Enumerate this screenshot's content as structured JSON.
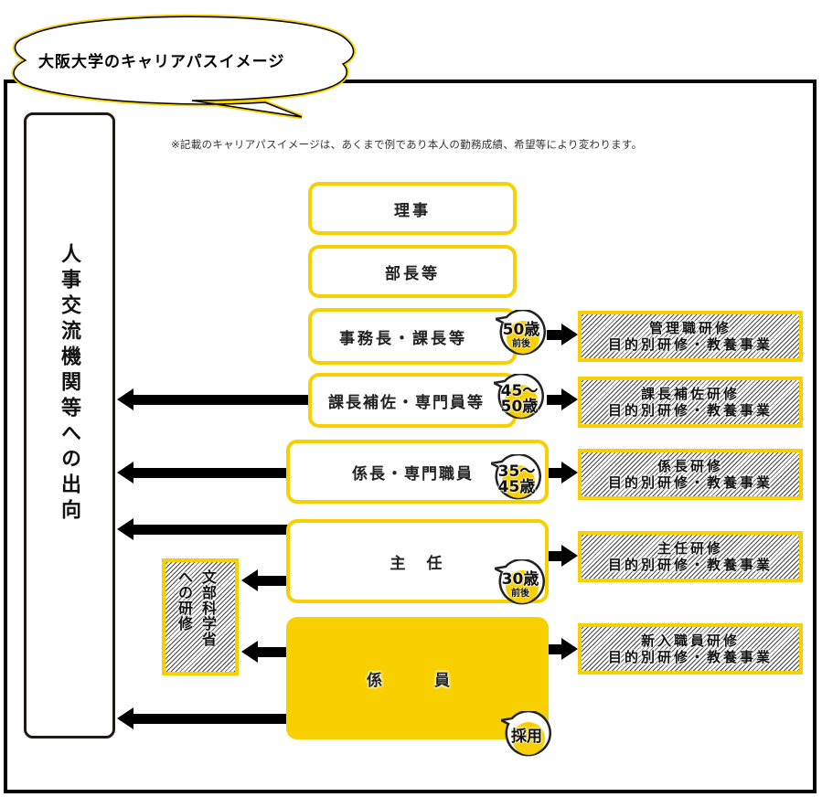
{
  "title": "大阪大学のキャリアパスイメージ",
  "note": "※記載のキャリアパスイメージは、あくまで例であり本人の勤務成績、希望等により変わります。",
  "secondment": {
    "label": "人事交流機関等への出向"
  },
  "mext_training": {
    "line1": "文部科学省",
    "line2": "への研修"
  },
  "positions": [
    {
      "id": "director",
      "label": "理事"
    },
    {
      "id": "dept-head",
      "label": "部長等"
    },
    {
      "id": "office-manager",
      "label": "事務長・課長等",
      "age_main": "50歳",
      "age_sub": "前後"
    },
    {
      "id": "assistant-manager",
      "label": "課長補佐・専門員等",
      "age_main": "45〜",
      "age_sub": "50歳"
    },
    {
      "id": "section-chief",
      "label": "係長・専門職員",
      "age_main": "35〜",
      "age_sub": "45歳"
    },
    {
      "id": "chief",
      "label": "主　任",
      "age_main": "30歳",
      "age_sub": "前後"
    },
    {
      "id": "staff",
      "label": "係　員",
      "age_main": "採用",
      "age_sub": ""
    }
  ],
  "trainings": [
    {
      "line1": "管理職研修",
      "line2": "目的別研修・教養事業"
    },
    {
      "line1": "課長補佐研修",
      "line2": "目的別研修・教養事業"
    },
    {
      "line1": "係長研修",
      "line2": "目的別研修・教養事業"
    },
    {
      "line1": "主任研修",
      "line2": "目的別研修・教養事業"
    },
    {
      "line1": "新入職員研修",
      "line2": "目的別研修・教養事業"
    }
  ],
  "colors": {
    "accent": "#f8cf00",
    "border": "#000000"
  }
}
